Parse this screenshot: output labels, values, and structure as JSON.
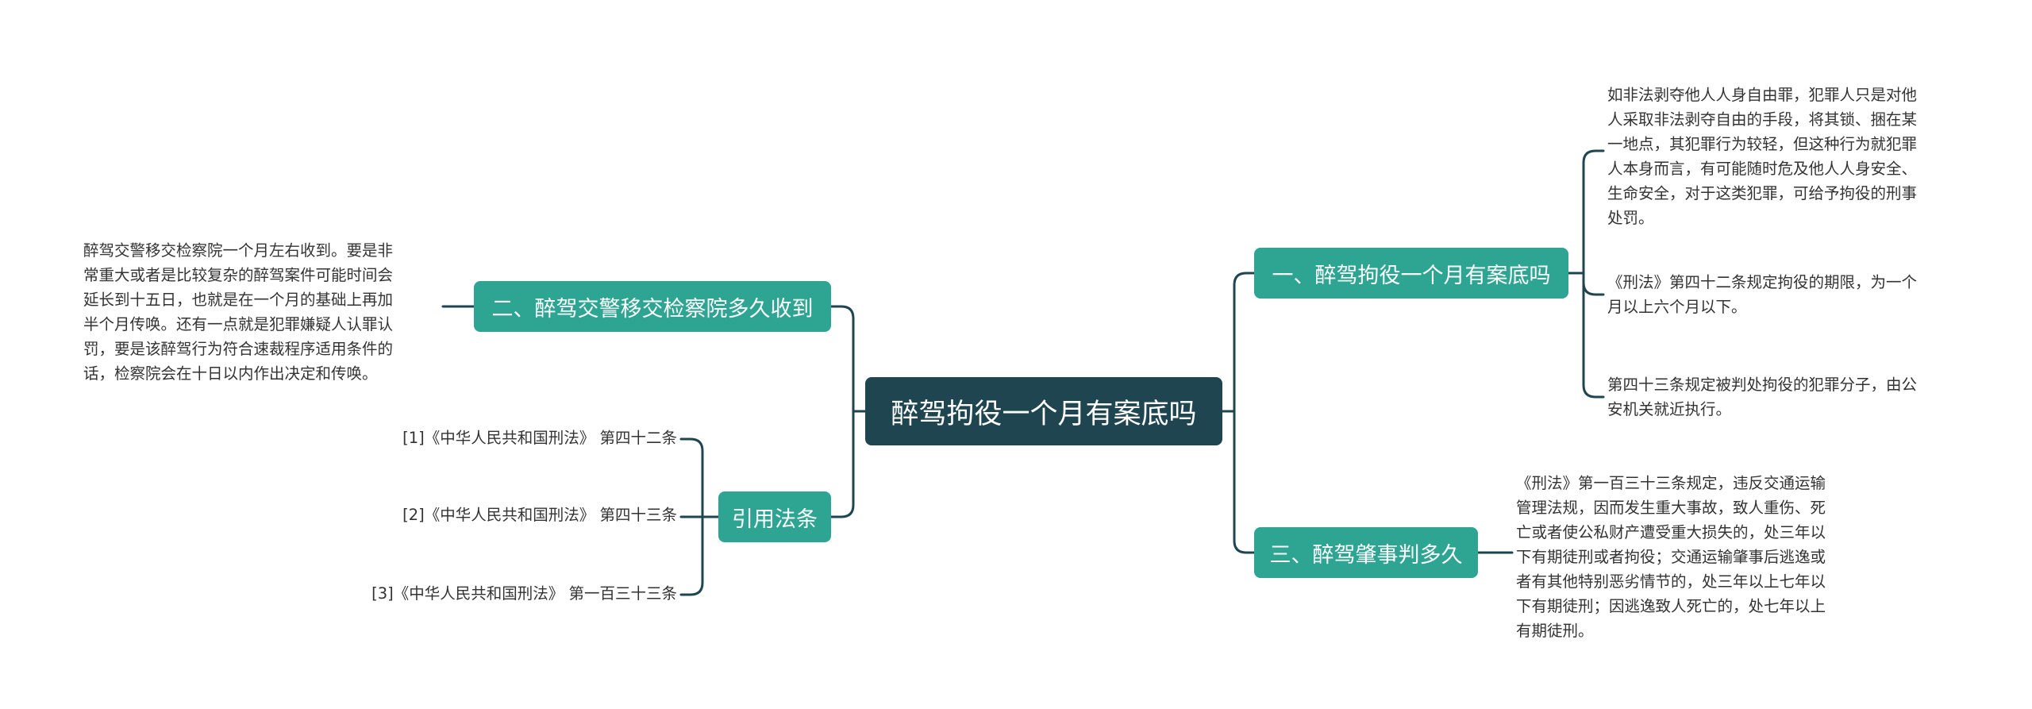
{
  "root": {
    "label": "醉驾拘役一个月有案底吗"
  },
  "branches": {
    "right_top": {
      "label": "一、醉驾拘役一个月有案底吗",
      "leaves": [
        "如非法剥夺他人人身自由罪，犯罪人只是对他\n人采取非法剥夺自由的手段，将其锁、捆在某\n一地点，其犯罪行为较轻，但这种行为就犯罪\n人本身而言，有可能随时危及他人人身安全、\n生命安全，对于这类犯罪，可给予拘役的刑事\n处罚。",
        "《刑法》第四十二条规定拘役的期限，为一个\n月以上六个月以下。",
        "第四十三条规定被判处拘役的犯罪分子，由公\n安机关就近执行。"
      ]
    },
    "right_bottom": {
      "label": "三、醉驾肇事判多久",
      "leaves": [
        "《刑法》第一百三十三条规定，违反交通运输\n管理法规，因而发生重大事故，致人重伤、死\n亡或者使公私财产遭受重大损失的，处三年以\n下有期徒刑或者拘役；交通运输肇事后逃逸或\n者有其他特别恶劣情节的，处三年以上七年以\n下有期徒刑；因逃逸致人死亡的，处七年以上\n有期徒刑。"
      ]
    },
    "left_top": {
      "label": "二、醉驾交警移交检察院多久收到",
      "leaves": [
        "醉驾交警移交检察院一个月左右收到。要是非\n常重大或者是比较复杂的醉驾案件可能时间会\n延长到十五日，也就是在一个月的基础上再加\n半个月传唤。还有一点就是犯罪嫌疑人认罪认\n罚，要是该醉驾行为符合速裁程序适用条件的\n话，检察院会在十日以内作出决定和传唤。"
      ]
    },
    "left_bottom": {
      "label": "引用法条",
      "citations": [
        "[1]《中华人民共和国刑法》 第四十二条",
        "[2]《中华人民共和国刑法》 第四十三条",
        "[3]《中华人民共和国刑法》 第一百三十三条"
      ]
    }
  },
  "colors": {
    "root_bg": "#1f4650",
    "branch_bg": "#2ea493",
    "line": "#1f4650",
    "text": "#333333"
  }
}
